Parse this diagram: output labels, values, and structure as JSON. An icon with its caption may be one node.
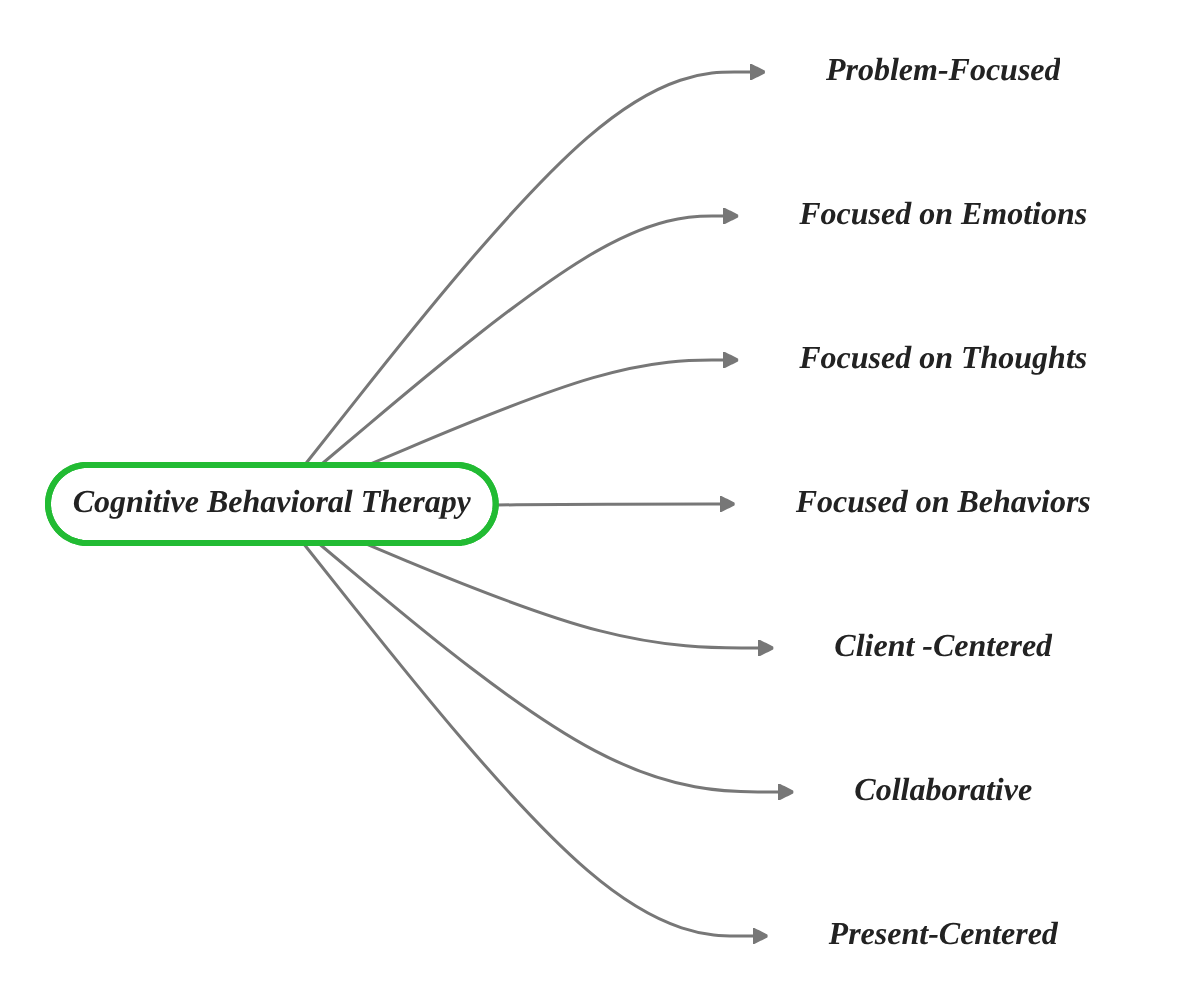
{
  "diagram": {
    "nodes": [
      {
        "text": [
          "Cognitive Behavioral Therapy"
        ]
      },
      {
        "text": [
          "Problem-Focused"
        ]
      },
      {
        "text": [
          "Focused on Emotions"
        ]
      },
      {
        "text": [
          "Focused on Thoughts"
        ]
      },
      {
        "text": [
          "Focused on Behaviors"
        ]
      },
      {
        "text": [
          "Client -Centered"
        ]
      },
      {
        "text": [
          "Collaborative"
        ]
      },
      {
        "text": [
          "Present-Centered"
        ]
      }
    ],
    "edges": [
      {
        "from": 0,
        "to": 1,
        "arrow": "to"
      },
      {
        "from": 0,
        "to": 2,
        "arrow": "to"
      },
      {
        "from": 0,
        "to": 3,
        "arrow": "to"
      },
      {
        "from": 0,
        "to": 4,
        "arrow": "to"
      },
      {
        "from": 0,
        "to": 5,
        "arrow": "to"
      },
      {
        "from": 0,
        "to": 6,
        "arrow": "to"
      },
      {
        "from": 0,
        "to": 7,
        "arrow": "to"
      }
    ]
  }
}
